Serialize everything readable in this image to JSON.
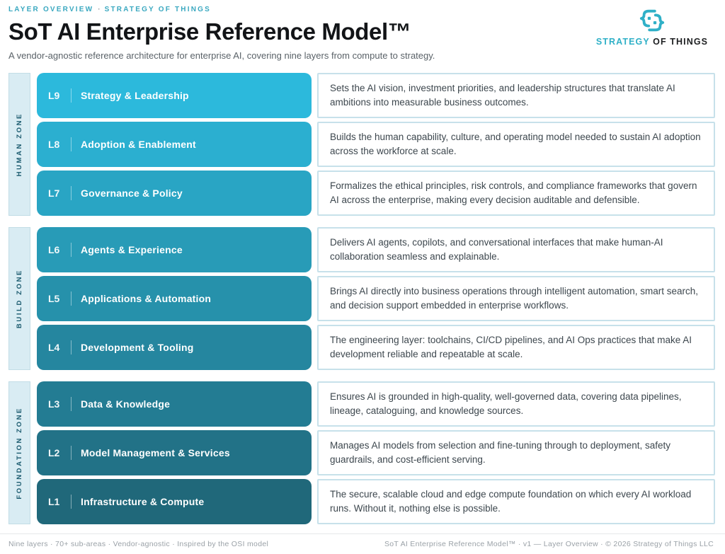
{
  "header": {
    "eyebrow_left": "LAYER OVERVIEW",
    "eyebrow_sep": "·",
    "eyebrow_right": "STRATEGY OF THINGS",
    "title": "SoT AI Enterprise Reference Model™",
    "subtitle": "A vendor-agnostic reference architecture for enterprise AI, covering nine layers from compute to strategy."
  },
  "logo": {
    "icon": "interlocking-braces-icon",
    "brand_primary": "STRATEGY",
    "brand_secondary": "OF THINGS",
    "accent_color": "#2fb0c7"
  },
  "zones": [
    {
      "label": "HUMAN ZONE",
      "layers": [
        {
          "id": "L9",
          "name": "Strategy & Leadership",
          "color": "#2cb9dc",
          "description": "Sets the AI vision, investment priorities, and leadership structures that translate AI ambitions into measurable business outcomes."
        },
        {
          "id": "L8",
          "name": "Adoption & Enablement",
          "color": "#2bafd0",
          "description": "Builds the human capability, culture, and operating model needed to sustain AI adoption across the workforce at scale."
        },
        {
          "id": "L7",
          "name": "Governance & Policy",
          "color": "#29a5c4",
          "description": "Formalizes the ethical principles, risk controls, and compliance frameworks that govern AI across the enterprise, making every decision auditable and defensible."
        }
      ]
    },
    {
      "label": "BUILD ZONE",
      "layers": [
        {
          "id": "L6",
          "name": "Agents & Experience",
          "color": "#289bb7",
          "description": "Delivers AI agents, copilots, and conversational interfaces that make human-AI collaboration seamless and explainable."
        },
        {
          "id": "L5",
          "name": "Applications & Automation",
          "color": "#2691ab",
          "description": "Brings AI directly into business operations through intelligent automation, smart search, and decision support embedded in enterprise workflows."
        },
        {
          "id": "L4",
          "name": "Development & Tooling",
          "color": "#25869f",
          "description": "The engineering layer: toolchains, CI/CD pipelines, and AI Ops practices that make AI development reliable and repeatable at scale."
        }
      ]
    },
    {
      "label": "FOUNDATION ZONE",
      "layers": [
        {
          "id": "L3",
          "name": "Data & Knowledge",
          "color": "#237c93",
          "description": "Ensures AI is grounded in high-quality, well-governed data, covering data pipelines, lineage, cataloguing, and knowledge sources."
        },
        {
          "id": "L2",
          "name": "Model Management & Services",
          "color": "#227287",
          "description": "Manages AI models from selection and fine-tuning through to deployment, safety guardrails, and cost-efficient serving."
        },
        {
          "id": "L1",
          "name": "Infrastructure & Compute",
          "color": "#20687a",
          "description": "The secure, scalable cloud and edge compute foundation on which every AI workload runs. Without it, nothing else is possible."
        }
      ]
    }
  ],
  "footer": {
    "left": "Nine layers  ·  70+ sub-areas  ·  Vendor-agnostic  ·  Inspired by the OSI model",
    "right": "SoT AI Enterprise Reference Model™  ·  v1 — Layer Overview  ·  © 2026 Strategy of Things LLC"
  },
  "colors": {
    "accent": "#2fb0c7",
    "zone_bg": "#d9ecf3",
    "zone_text": "#1a5a6e",
    "desc_border": "#c7e1ea",
    "desc_text": "#3d474e"
  }
}
